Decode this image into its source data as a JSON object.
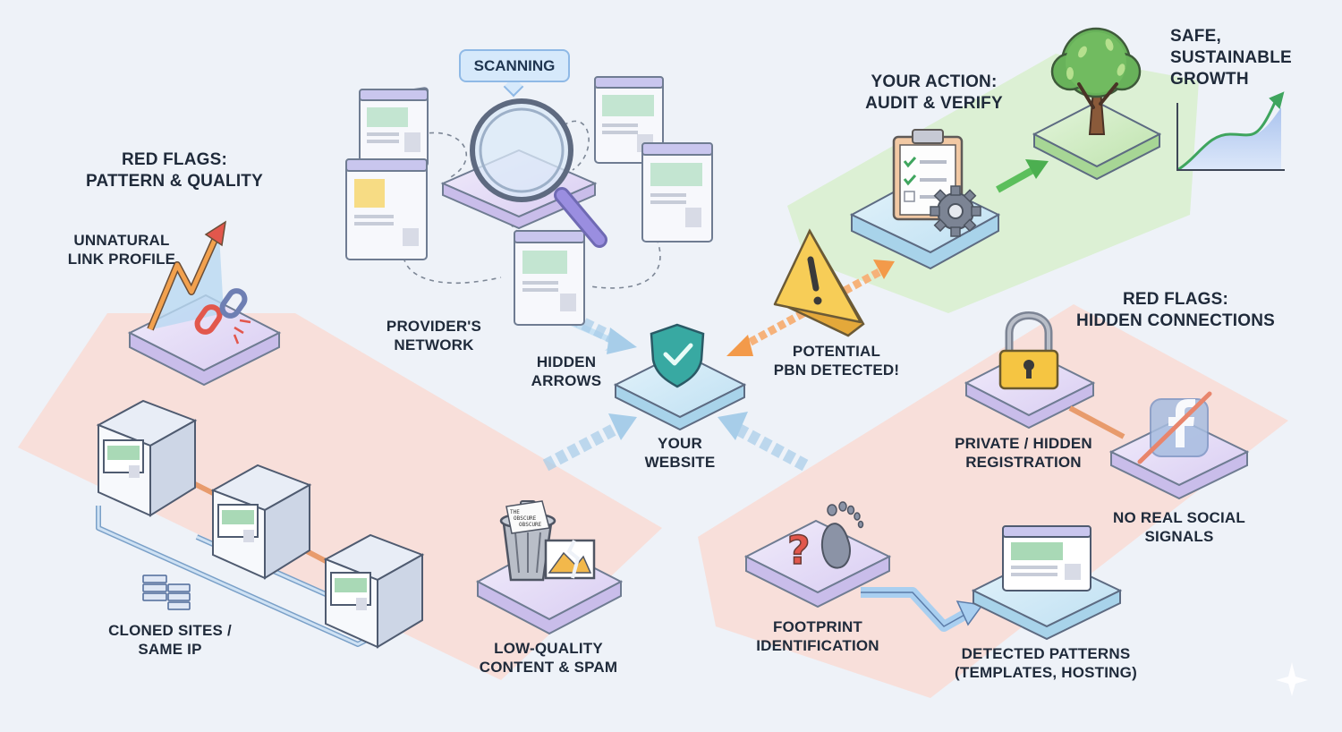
{
  "labels": {
    "scanning": "SCANNING",
    "red_flags_pattern": [
      "RED FLAGS:",
      "PATTERN & QUALITY"
    ],
    "unnatural_link": [
      "UNNATURAL",
      "LINK PROFILE"
    ],
    "providers_network": [
      "PROVIDER'S",
      "NETWORK"
    ],
    "hidden_arrows": [
      "HIDDEN",
      "ARROWS"
    ],
    "your_website": [
      "YOUR",
      "WEBSITE"
    ],
    "potential_pbn": [
      "POTENTIAL",
      "PBN DETECTED!"
    ],
    "your_action": [
      "YOUR ACTION:",
      "AUDIT & VERIFY"
    ],
    "safe_growth": [
      "SAFE,",
      "SUSTAINABLE",
      "GROWTH"
    ],
    "red_flags_hidden": [
      "RED FLAGS:",
      "HIDDEN CONNECTIONS"
    ],
    "private_registration": [
      "PRIVATE / HIDDEN",
      "REGISTRATION"
    ],
    "no_social": [
      "NO REAL SOCIAL",
      "SIGNALS"
    ],
    "cloned_sites": [
      "CLONED SITES /",
      "SAME IP"
    ],
    "low_quality": [
      "LOW-QUALITY",
      "CONTENT & SPAM"
    ],
    "footprint": [
      "FOOTPRINT",
      "IDENTIFICATION"
    ],
    "detected_patterns": [
      "DETECTED PATTERNS",
      "(TEMPLATES, HOSTING)"
    ]
  },
  "trash_note": [
    "THE",
    "OBSCURE",
    "OBSCURE"
  ],
  "icons": [
    "magnifier-icon",
    "shield-check-icon",
    "warning-icon",
    "clipboard-icon",
    "gear-icon",
    "tree-icon",
    "growth-chart-icon",
    "lock-icon",
    "facebook-icon",
    "trend-arrow-icon",
    "broken-link-icon",
    "server-icon",
    "trash-icon",
    "broken-image-icon",
    "footprint-icon",
    "question-icon",
    "browser-window-icon"
  ],
  "colors": {
    "background": "#eef2f8",
    "red_zone": "#f9d9d2",
    "green_zone": "#d9efcf",
    "accent_blue": "#8fb9e6",
    "warning": "#f5c542",
    "success": "#4caf6a",
    "danger": "#e2574c",
    "purple": "#b7a6e0"
  }
}
